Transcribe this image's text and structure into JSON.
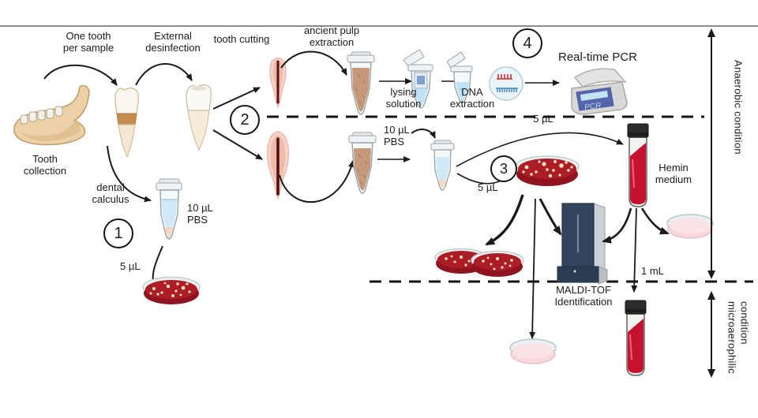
{
  "steps": [
    {
      "number": "1"
    },
    {
      "number": "2"
    },
    {
      "number": "3"
    },
    {
      "number": "4"
    }
  ],
  "labels": {
    "one_tooth_per_sample": "One tooth\nper sample",
    "external_desinfection": "External\ndesinfection",
    "tooth_cutting": "tooth cutting",
    "ancient_pulp_extraction": "ancient pulp\nextraction",
    "tooth_collection": "Tooth\ncollection",
    "dental_calculus": "dental\ncalculus",
    "pbs_volume_1": "10 µL\nPBS",
    "transfer_5ul_1": "5 µL",
    "lysing_solution": "lysing\nsolution",
    "dna_extraction": "DNA\nextraction",
    "real_time_pcr": "Real-time PCR",
    "pcr_screen": "PCR",
    "pbs_volume_2": "10 µL\nPBS",
    "transfer_5ul_2": "5 µL",
    "transfer_5ul_3": "5 µL",
    "hemin_medium": "Hemin\nmedium",
    "transfer_1ml": "1 mL",
    "maldi_tof": "MALDI-TOF\nIdentification",
    "anaerobic_condition": "Anaerobic condition",
    "microaerophilic_condition": "microaerophilic\ncondition"
  },
  "palette": {
    "dish_red": "#ad1d28",
    "hemin_red": "#c6122e",
    "maldi_navy": "#31455c",
    "pcr_panel_blue": "#5566ae",
    "pink_dish": "#f8d8da",
    "liquid_blue": "#cfe9f7",
    "pulp_powder_brown": "#c49a7b"
  }
}
